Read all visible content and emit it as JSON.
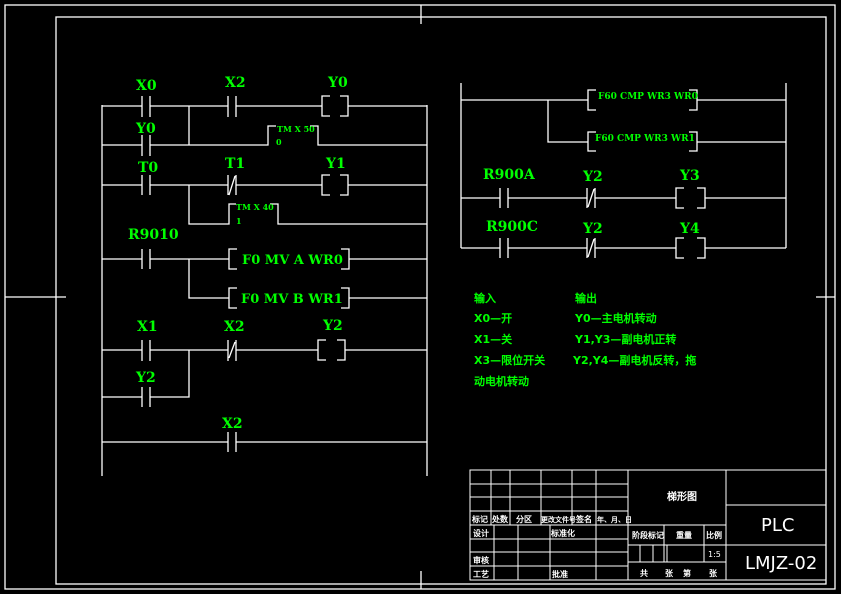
{
  "colors": {
    "background": "#000000",
    "lines": "#ffffff",
    "text": "#00ff00"
  },
  "left_ladder": {
    "r1": {
      "c1": "X0",
      "c2": "X2",
      "coil": "Y0"
    },
    "r2": {
      "c1": "Y0",
      "timer": "TM X 50",
      "timer_no": "0"
    },
    "r3": {
      "c1": "T0",
      "c2": "T1",
      "coil": "Y1"
    },
    "r4": {
      "timer": "TM X 40",
      "timer_no": "1"
    },
    "r5": {
      "c1": "R9010",
      "box1": "F0 MV A WR0",
      "box2": "F0 MV B WR1"
    },
    "r6": {
      "c1": "X1",
      "c2": "X2",
      "coil": "Y2",
      "c3": "Y2"
    },
    "r7": {
      "c1": "X2"
    }
  },
  "right_ladder": {
    "box1": "F60 CMP WR3 WR0",
    "box2": "F60 CMP WR3 WR1",
    "r1": {
      "c1": "R900A",
      "c2": "Y2",
      "coil": "Y3"
    },
    "r2": {
      "c1": "R900C",
      "c2": "Y2",
      "coil": "Y4"
    }
  },
  "notes": {
    "input_title": "输入",
    "output_title": "输出",
    "in1": "X0—开",
    "in2": "X1—关",
    "in3": "X3—限位开关",
    "out1": "Y0—主电机转动",
    "out2": "Y1,Y3—副电机正转",
    "out3": "Y2,Y4—副电机反转，拖",
    "out4": "动电机转动"
  },
  "title_block": {
    "drawing_name": "梯形图",
    "title": "PLC",
    "code": "LMJZ-02",
    "h": [
      "标记",
      "处数",
      "分区",
      "更改文件号",
      "签名",
      "年、月、日"
    ],
    "design": "设计",
    "standard": "标准化",
    "review": "审核",
    "process": "工艺",
    "approve": "批准",
    "stage": "阶段标记",
    "weight": "重量",
    "scale": "比例",
    "scale_value": "1:5",
    "total": "共",
    "sheets1": "张",
    "page": "第",
    "sheets2": "张"
  }
}
